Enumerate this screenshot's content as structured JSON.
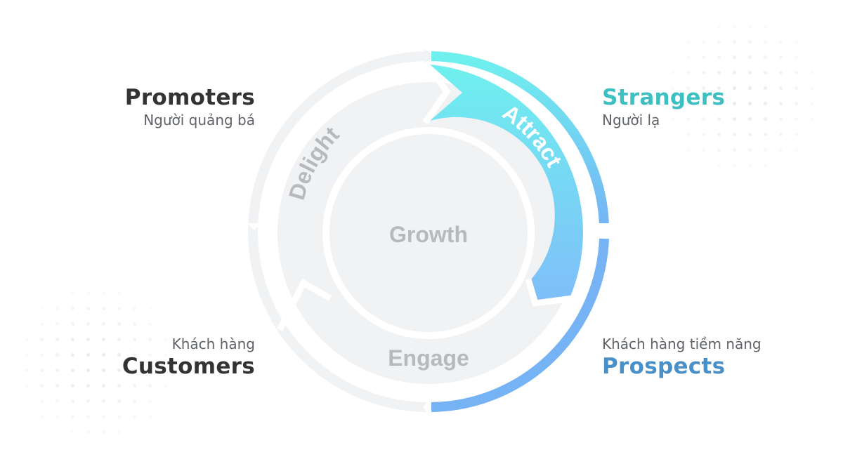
{
  "center_label": "Growth",
  "stages": {
    "attract": "Attract",
    "engage": "Engage",
    "delight": "Delight"
  },
  "labels": {
    "promoters": {
      "title": "Promoters",
      "subtitle": "Người quảng bá"
    },
    "strangers": {
      "title": "Strangers",
      "subtitle": "Người lạ"
    },
    "prospects": {
      "title": "Prospects",
      "subtitle": "Khách hàng tiềm năng"
    },
    "customers": {
      "title": "Customers",
      "subtitle": "Khách hàng"
    }
  },
  "colors": {
    "promoters": "#333333",
    "strangers": "#3ebfc2",
    "prospects": "#4a90c8",
    "customers": "#333333",
    "attract_gradient_start": "#6ff0ee",
    "attract_gradient_end": "#7fbef9",
    "ring_gray": "#f1f2f4",
    "stage_text": "#b7b9bc"
  }
}
